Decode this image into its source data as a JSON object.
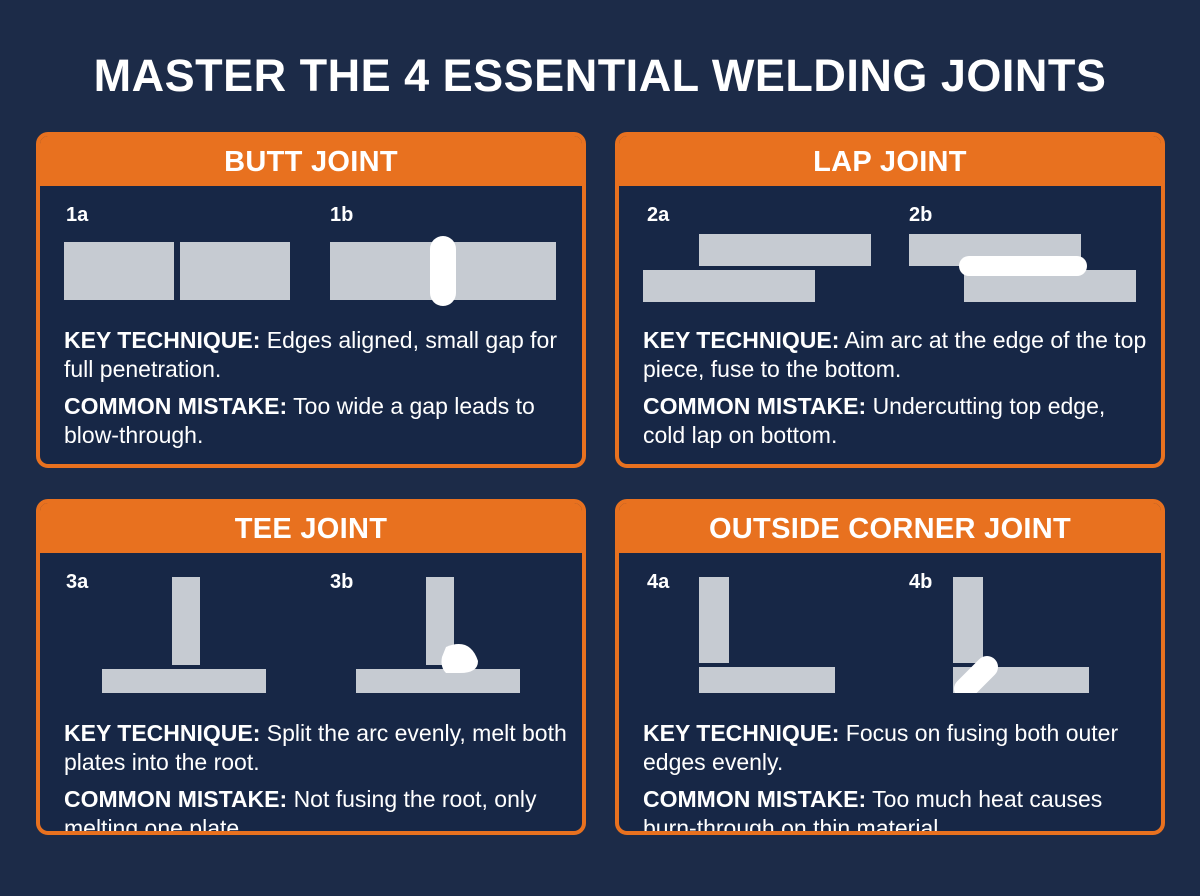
{
  "title": "MASTER THE 4 ESSENTIAL WELDING JOINTS",
  "colors": {
    "background": "#1c2b48",
    "card_background": "#172746",
    "accent": "#e8711f",
    "plate": "#c6cbd2",
    "weld": "#ffffff"
  },
  "joints": [
    {
      "name": "BUTT JOINT",
      "step_a": "1a",
      "step_b": "1b",
      "technique_label": "KEY TECHNIQUE:",
      "technique": "Edges aligned, small gap for full penetration.",
      "mistake_label": "COMMON MISTAKE:",
      "mistake": "Too wide a gap leads to blow-through."
    },
    {
      "name": "LAP JOINT",
      "step_a": "2a",
      "step_b": "2b",
      "technique_label": "KEY TECHNIQUE:",
      "technique": "Aim arc at the edge of the top piece, fuse to the bottom.",
      "mistake_label": "COMMON MISTAKE:",
      "mistake": "Undercutting top edge, cold lap on bottom."
    },
    {
      "name": "TEE JOINT",
      "step_a": "3a",
      "step_b": "3b",
      "technique_label": "KEY TECHNIQUE:",
      "technique": "Split the arc evenly, melt both plates into the root.",
      "mistake_label": "COMMON MISTAKE:",
      "mistake": "Not fusing the root, only melting one plate."
    },
    {
      "name": "OUTSIDE CORNER JOINT",
      "step_a": "4a",
      "step_b": "4b",
      "technique_label": "KEY TECHNIQUE:",
      "technique": "Focus on fusing both outer edges evenly.",
      "mistake_label": "COMMON MISTAKE:",
      "mistake": "Too much heat causes burn-through on thin material."
    }
  ]
}
